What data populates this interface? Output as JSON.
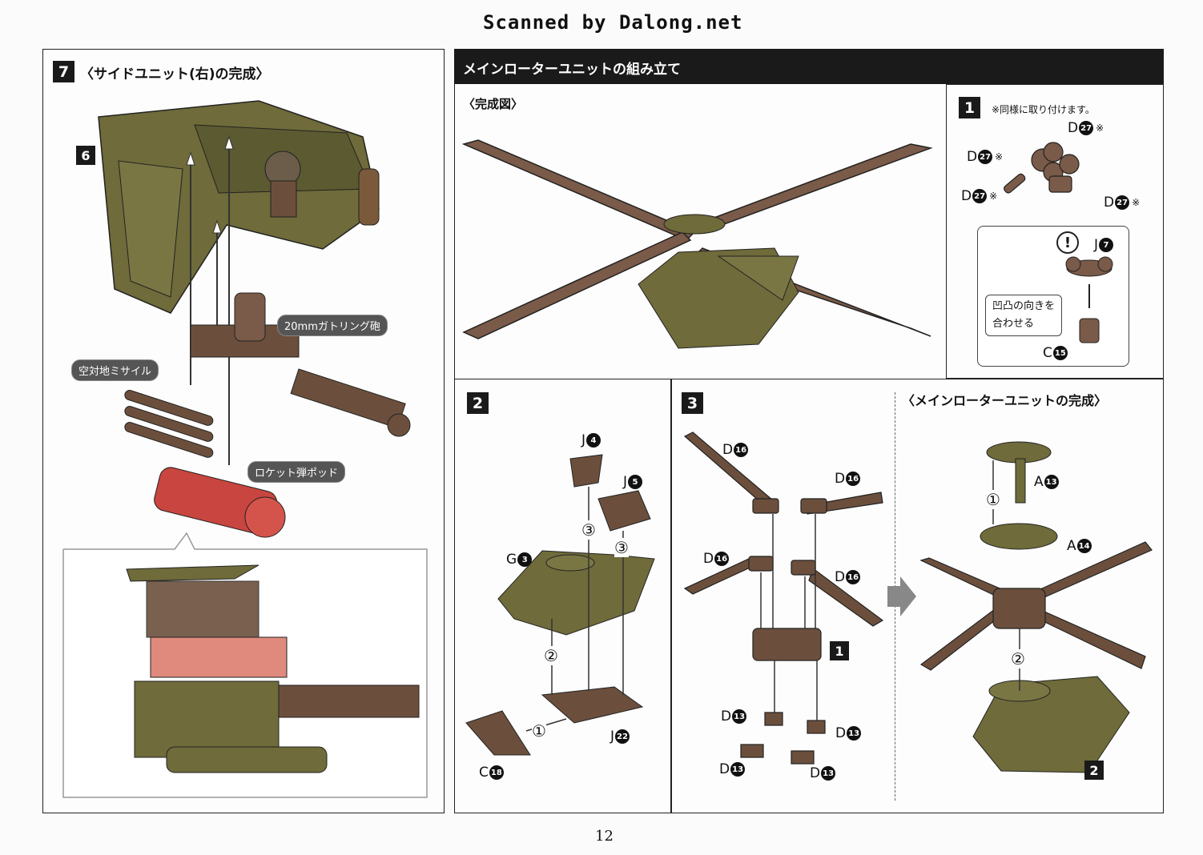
{
  "header": {
    "scan_credit": "Scanned by Dalong.net"
  },
  "left_panel": {
    "step_number": "7",
    "title": "〈サイドユニット(右)の完成〉",
    "sub_step": "6",
    "labels": {
      "gatling": "20mmガトリング砲",
      "missile": "空対地ミサイル",
      "rocket": "ロケット弾ポッド"
    }
  },
  "right_panel": {
    "banner": "メインローターユニットの組み立て",
    "completed_view": "〈完成図〉"
  },
  "step1": {
    "number": "1",
    "note": "※同様に取り付けます。",
    "parts": [
      {
        "letter": "D",
        "num": "27",
        "star": "※"
      },
      {
        "letter": "D",
        "num": "27",
        "star": "※"
      },
      {
        "letter": "D",
        "num": "27",
        "star": "※"
      },
      {
        "letter": "D",
        "num": "27",
        "star": "※"
      },
      {
        "letter": "J",
        "num": "7",
        "star": ""
      },
      {
        "letter": "C",
        "num": "15",
        "star": ""
      }
    ],
    "caution": "!",
    "hint_line1": "凹凸の向きを",
    "hint_line2": "合わせる"
  },
  "step2": {
    "number": "2",
    "parts": [
      {
        "letter": "J",
        "num": "4"
      },
      {
        "letter": "J",
        "num": "5"
      },
      {
        "letter": "G",
        "num": "3"
      },
      {
        "letter": "J",
        "num": "22"
      },
      {
        "letter": "C",
        "num": "18"
      }
    ],
    "order": [
      "③",
      "③",
      "②",
      "①"
    ]
  },
  "step3": {
    "number": "3",
    "parts": [
      {
        "letter": "D",
        "num": "16"
      },
      {
        "letter": "D",
        "num": "16"
      },
      {
        "letter": "D",
        "num": "16"
      },
      {
        "letter": "D",
        "num": "16"
      },
      {
        "letter": "D",
        "num": "13"
      },
      {
        "letter": "D",
        "num": "13"
      },
      {
        "letter": "D",
        "num": "13"
      },
      {
        "letter": "D",
        "num": "13"
      }
    ],
    "sub_ref": "1"
  },
  "completion": {
    "title": "〈メインローターユニットの完成〉",
    "parts": [
      {
        "letter": "A",
        "num": "13"
      },
      {
        "letter": "A",
        "num": "14"
      }
    ],
    "order": [
      "①",
      "②"
    ],
    "sub_ref": "2"
  },
  "footer": {
    "page_number": "12"
  },
  "colors": {
    "olive": "#6f6b3a",
    "brown": "#6b4f3c",
    "red": "#c9453f",
    "dark": "#1a1a1a"
  }
}
